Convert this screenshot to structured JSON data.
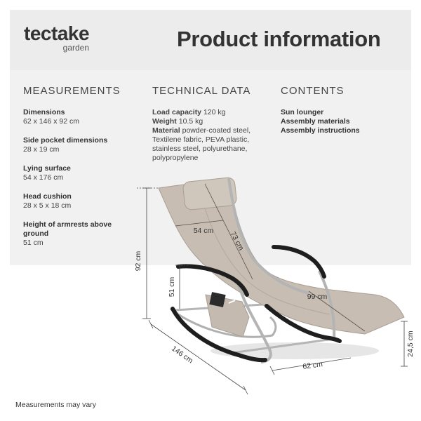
{
  "brand": {
    "name": "tectake",
    "sub": "garden"
  },
  "title": "Product information",
  "measurements": {
    "heading": "MEASUREMENTS",
    "items": [
      {
        "label": "Dimensions",
        "value": "62 x 146 x 92 cm"
      },
      {
        "label": "Side pocket dimensions",
        "value": "28 x 19 cm"
      },
      {
        "label": "Lying surface",
        "value": "54 x 176 cm"
      },
      {
        "label": "Head cushion",
        "value": "28 x 5 x 18 cm"
      },
      {
        "label": "Height of armrests above ground",
        "value": "51 cm"
      }
    ]
  },
  "technical": {
    "heading": "TECHNICAL DATA",
    "load_label": "Load capacity",
    "load_value": "120 kg",
    "weight_label": "Weight",
    "weight_value": "10.5 kg",
    "material_label": "Material",
    "material_value": "powder-coated steel, Textilene fabric, PEVA plastic, stainless steel, polyurethane, polypropylene"
  },
  "contents": {
    "heading": "CONTENTS",
    "items": [
      "Sun lounger",
      "Assembly materials",
      "Assembly instructions"
    ]
  },
  "dimensions": {
    "height": "92 cm",
    "armrest": "51 cm",
    "depth": "146 cm",
    "width": "62 cm",
    "rocker": "24,5 cm",
    "seat_width": "54 cm",
    "back_length": "73 cm",
    "leg_length": "99 cm"
  },
  "colors": {
    "fabric": "#c7bdb3",
    "frame": "#b4b4b4",
    "arm": "#1e1e1e"
  },
  "footnote": "Measurements may vary"
}
